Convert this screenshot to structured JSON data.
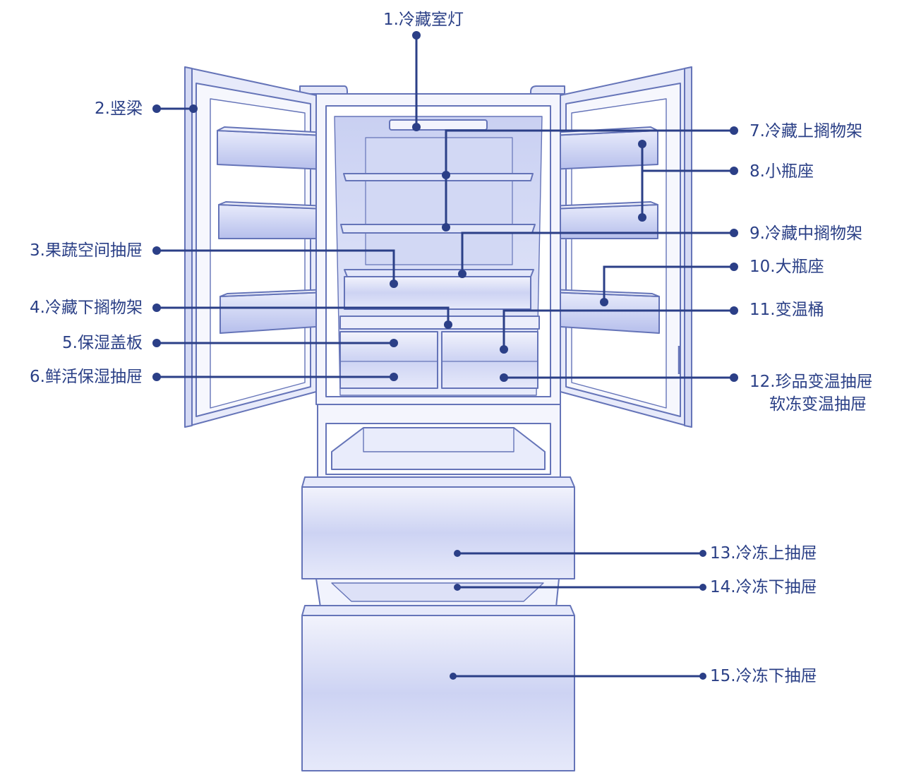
{
  "colors": {
    "line": "#2b3f87",
    "outline": "#6574b8",
    "fill_light": "#eef0fb",
    "fill_mid": "#d5daf4",
    "fill_dark": "#b3bcea"
  },
  "labels": {
    "l1": "1.冷藏室灯",
    "l2": "2.竖梁",
    "l3": "3.果蔬空间抽屉",
    "l4": "4.冷藏下搁物架",
    "l5": "5.保湿盖板",
    "l6": "6.鲜活保湿抽屉",
    "l7": "7.冷藏上搁物架",
    "l8": "8.小瓶座",
    "l9": "9.冷藏中搁物架",
    "l10": "10.大瓶座",
    "l11": "11.变温桶",
    "l12a": "12.珍品变温抽屉",
    "l12b": "软冻变温抽屉",
    "l13": "13.冷冻上抽屉",
    "l14": "14.冷冻下抽屉",
    "l15": "15.冷冻下抽屉"
  }
}
